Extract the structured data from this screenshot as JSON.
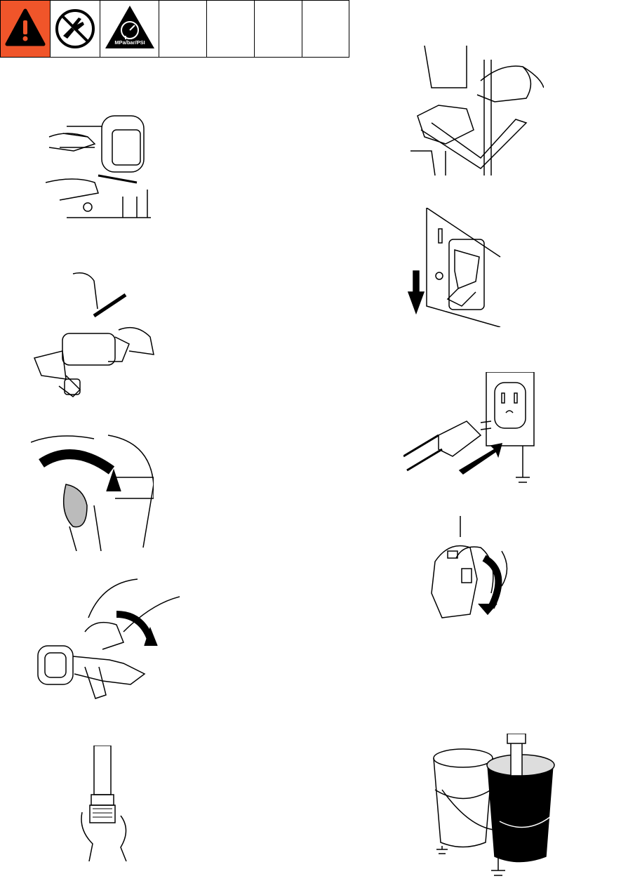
{
  "symbol_bar": {
    "warning_icon": "warning-triangle-icon",
    "no_hands_icon": "no-hands-near-gun-icon",
    "pressure_icon": "pressure-gauge-icon",
    "pressure_label": "MPa/bar/PSI"
  },
  "figures": {
    "left": [
      "pump-valve-hands-illustration",
      "hose-to-gun-connection-illustration",
      "pressure-knob-turn-illustration",
      "spray-gun-trigger-lock-illustration",
      "suction-tube-filter-illustration"
    ],
    "right": [
      "prime-valve-handle-illustration",
      "power-switch-off-illustration",
      "plug-into-grounded-outlet-illustration",
      "pressure-control-knob-illustration",
      "grounded-pails-illustration"
    ]
  },
  "colors": {
    "warning_orange": "#f0552a",
    "ink": "#000000"
  }
}
